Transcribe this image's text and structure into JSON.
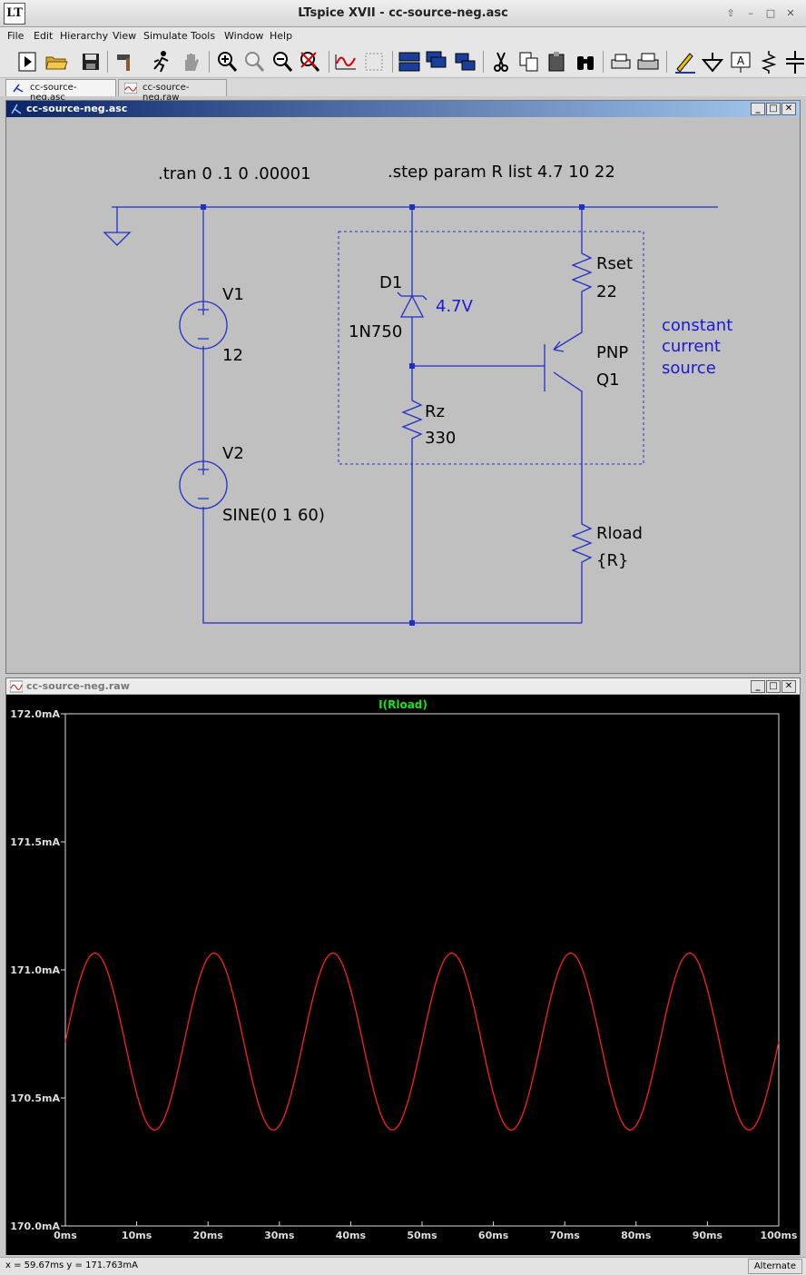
{
  "window": {
    "title": "LTspice XVII - cc-source-neg.asc",
    "app_icon": "LT"
  },
  "menu": [
    "File",
    "Edit",
    "Hierarchy",
    "View",
    "Simulate",
    "Tools",
    "Window",
    "Help"
  ],
  "tabs": [
    {
      "label": "cc-source-neg.asc",
      "icon": "schematic-icon"
    },
    {
      "label": "cc-source-neg.raw",
      "icon": "waveform-icon"
    }
  ],
  "schematic": {
    "title": "cc-source-neg.asc",
    "directives": {
      "tran": ".tran 0 .1 0 .00001",
      "step": ".step param R list 4.7 10 22"
    },
    "components": {
      "v1": {
        "name": "V1",
        "value": "12"
      },
      "v2": {
        "name": "V2",
        "value": "SINE(0 1 60)"
      },
      "d1": {
        "name": "D1",
        "model": "1N750",
        "note": "4.7V"
      },
      "rz": {
        "name": "Rz",
        "value": "330"
      },
      "rset": {
        "name": "Rset",
        "value": "22"
      },
      "q1": {
        "type": "PNP",
        "name": "Q1"
      },
      "rload": {
        "name": "Rload",
        "value": "{R}"
      }
    },
    "annotation": [
      "constant",
      "current",
      "source"
    ],
    "colors": {
      "wire": "#1f2fc8",
      "background": "#c0c0c0"
    }
  },
  "waveform": {
    "title": "cc-source-neg.raw",
    "trace_label": "I(Rload)",
    "colors": {
      "background": "#000000",
      "trace": "#ff2020",
      "label": "#19e419",
      "axis": "#dddddd"
    }
  },
  "chart_data": {
    "type": "line",
    "title": "I(Rload)",
    "xlabel": "",
    "ylabel": "",
    "x_unit": "ms",
    "y_unit": "mA",
    "xlim": [
      0,
      100
    ],
    "ylim": [
      170.0,
      172.0
    ],
    "xticks": [
      "0ms",
      "10ms",
      "20ms",
      "30ms",
      "40ms",
      "50ms",
      "60ms",
      "70ms",
      "80ms",
      "90ms",
      "100ms"
    ],
    "yticks": [
      "172.0mA",
      "171.5mA",
      "171.0mA",
      "170.5mA",
      "170.0mA"
    ],
    "grid": false,
    "series": [
      {
        "color": "#ff2020",
        "function": "sine",
        "offset": 170.72,
        "amplitude": 0.345,
        "frequency_hz": 60,
        "phase_deg": 0
      }
    ]
  },
  "status": {
    "cursor": "x = 59.67ms   y = 171.763mA",
    "mode": "Alternate"
  }
}
